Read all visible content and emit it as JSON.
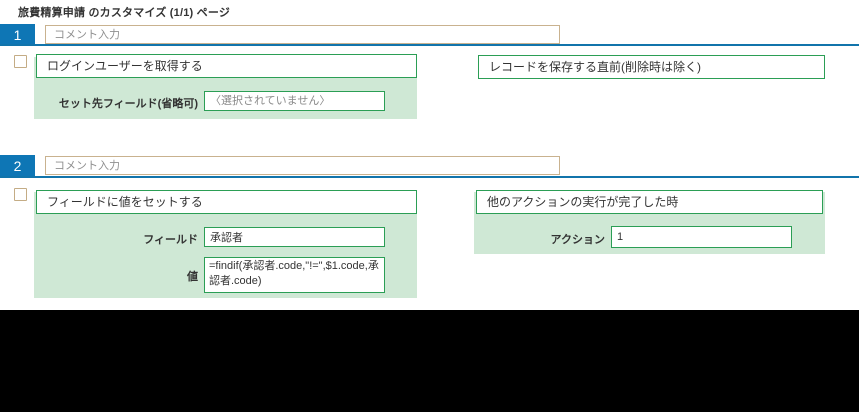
{
  "page": {
    "title": "旅費精算申請 のカスタマイズ (1/1) ページ"
  },
  "colors": {
    "badge_blue": "#0e76b5",
    "divider_blue": "#1174ab",
    "green_border": "#2b9e55",
    "green_bg": "#cfe8d5",
    "tan_border": "#c9b28f",
    "black_area": "#000000"
  },
  "blocks": [
    {
      "number": "1",
      "comment_placeholder": "コメント入力",
      "action": {
        "title": "ログインユーザーを取得する",
        "set_field_label": "セット先フィールド(省略可)",
        "set_field_value": "〈選択されていません〉"
      },
      "trigger": {
        "title": "レコードを保存する直前(削除時は除く)"
      }
    },
    {
      "number": "2",
      "comment_placeholder": "コメント入力",
      "action": {
        "title": "フィールドに値をセットする",
        "field_label": "フィールド",
        "field_value": "承認者",
        "value_label": "値",
        "value_value": "=findif(承認者.code,\"!=\",$1.code,承認者.code)"
      },
      "trigger": {
        "title": "他のアクションの実行が完了した時",
        "action_label": "アクション",
        "action_value": "1"
      }
    }
  ]
}
